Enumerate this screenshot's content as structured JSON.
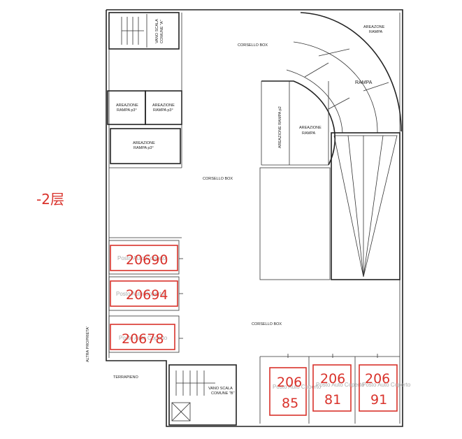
{
  "floor_label": "-2层",
  "colors": {
    "accent": "#d9322b",
    "line": "#222222"
  },
  "areas": {
    "corsello_top": "CORSELLO BOX",
    "corsello_mid": "CORSELLO BOX",
    "corsello_bottom": "CORSELLO BOX",
    "rampa_top_l1": "AREAZONE",
    "rampa_top_l2": "RAMPA",
    "rampa_mid": "RAMPA",
    "areazione_rampa_p2_vertical": "AREAZIONE RAMPA p2",
    "areazione_rampa_l1": "AREAZIONE",
    "areazione_rampa_l2": "RAMPA",
    "areazione_left1_l1": "AREAZIONE",
    "areazione_left1_l2": "RAMPA p3°",
    "areazione_left2_l1": "AREAZIONE",
    "areazione_left2_l2": "RAMPA p3°",
    "areazione_left3_l1": "AREAZIONE",
    "areazione_left3_l2": "RAMPA p3°",
    "vano_scala_top_l1": "VANO SCALA",
    "vano_scala_top_l2": "COMUNE \"A\"",
    "vano_scala_bottom_l1": "VANO SCALA",
    "vano_scala_bottom_l2": "COMUNE \"B\"",
    "terrapieno": "TERRAPIENO",
    "altra_proprieta": "ALTRA PROPRIETA'",
    "posto_auto_coperto": "Posto Auto Coperto"
  },
  "units": [
    {
      "id": "u20690",
      "label": "20690"
    },
    {
      "id": "u20694",
      "label": "20694"
    },
    {
      "id": "u20678",
      "label": "20678"
    },
    {
      "id": "u20685",
      "line1": "206",
      "line2": "85"
    },
    {
      "id": "u20681",
      "line1": "206",
      "line2": "81"
    },
    {
      "id": "u20691",
      "line1": "206",
      "line2": "91"
    }
  ]
}
